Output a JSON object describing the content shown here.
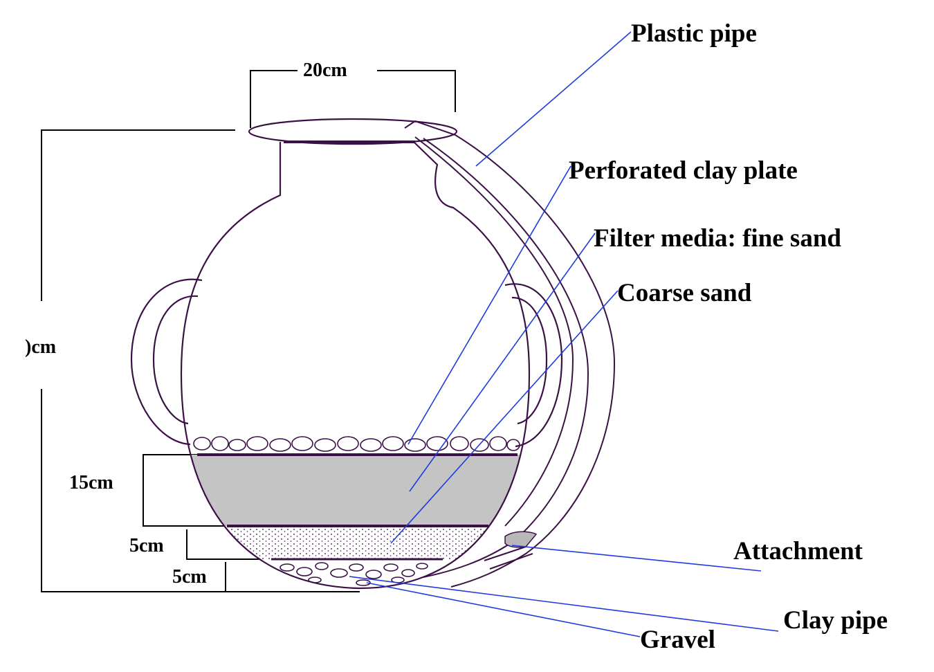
{
  "labels": {
    "plastic_pipe": "Plastic pipe",
    "perforated_plate": "Perforated clay plate",
    "fine_sand": "Filter media: fine sand",
    "coarse_sand": "Coarse sand",
    "attachment": "Attachment",
    "clay_pipe": "Clay pipe",
    "gravel": "Gravel"
  },
  "dimensions": {
    "mouth_width": "20cm",
    "total_height": ")cm",
    "fine_sand_depth": "15cm",
    "coarse_sand_depth": "5cm",
    "gravel_depth": "5cm"
  },
  "colors": {
    "outline": "#3a1045",
    "leader": "#1f3be0",
    "fill_grey": "#c4c4c4",
    "dim_line": "#000000"
  }
}
